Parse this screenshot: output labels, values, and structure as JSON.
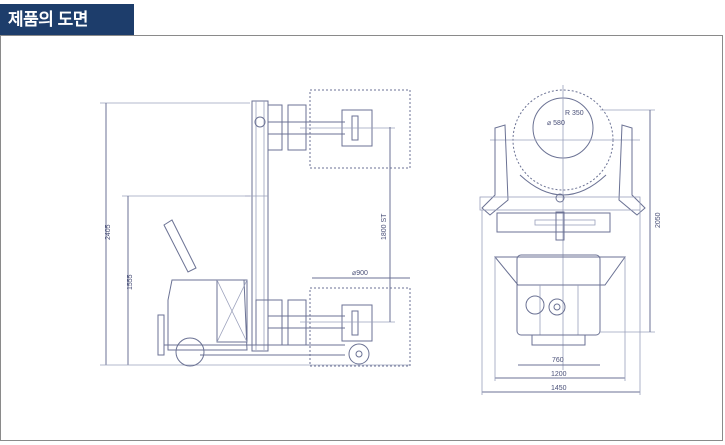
{
  "header": {
    "title": "제품의 도면"
  },
  "drawing": {
    "side_view": {
      "height_total": "2405",
      "height_lower": "1555",
      "stroke": "1800 ST",
      "diameter": "⌀900"
    },
    "front_view": {
      "height": "2050",
      "width_inner": "760",
      "width_mid": "1200",
      "width_total": "1450",
      "drum_radius": "R 350",
      "drum_diameter": "⌀ 580"
    }
  },
  "colors": {
    "header_bg": "#1d3d6b",
    "line": "#6b7294"
  }
}
